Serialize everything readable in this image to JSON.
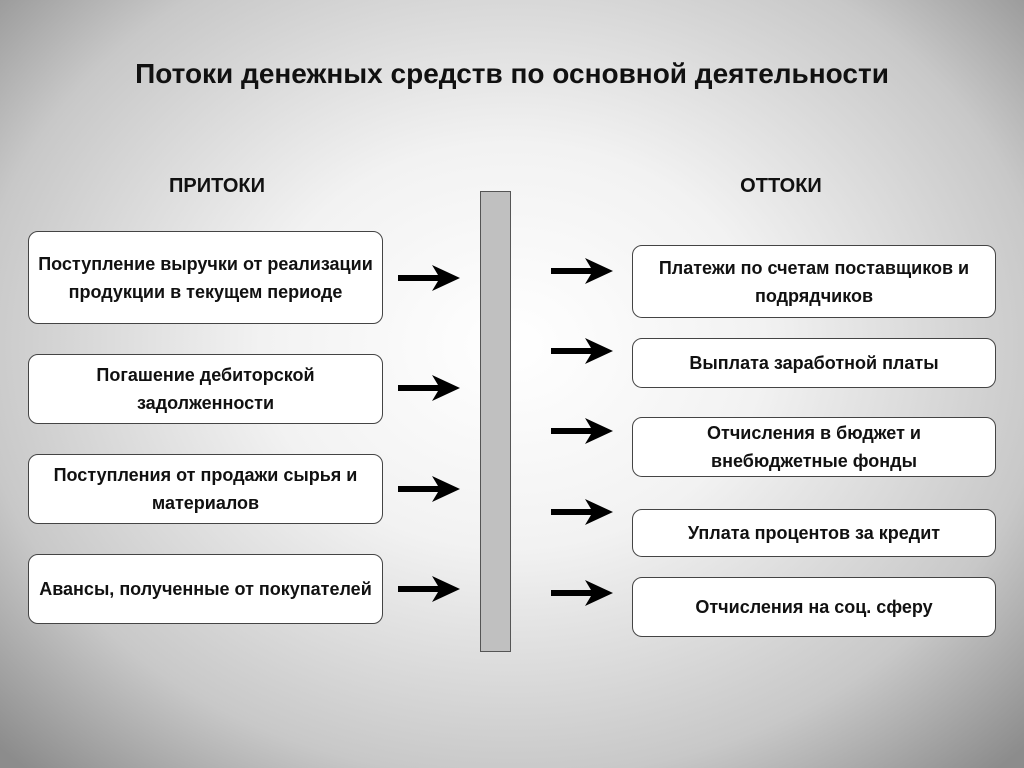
{
  "title": "Потоки денежных средств по основной деятельности",
  "inflows": {
    "header": "ПРИТОКИ",
    "items": [
      "Поступление выручки от реализации продукции в текущем периоде",
      "Погашение дебиторской задолженности",
      "Поступления от продажи сырья и материалов",
      "Авансы, полученные от покупателей"
    ]
  },
  "outflows": {
    "header": "ОТТОКИ",
    "items": [
      "Платежи  по счетам поставщиков и подрядчиков",
      "Выплата заработной платы",
      "Отчисления в бюджет и внебюджетные фонды",
      "Уплата процентов за кредит",
      "Отчисления на соц. сферу"
    ]
  }
}
